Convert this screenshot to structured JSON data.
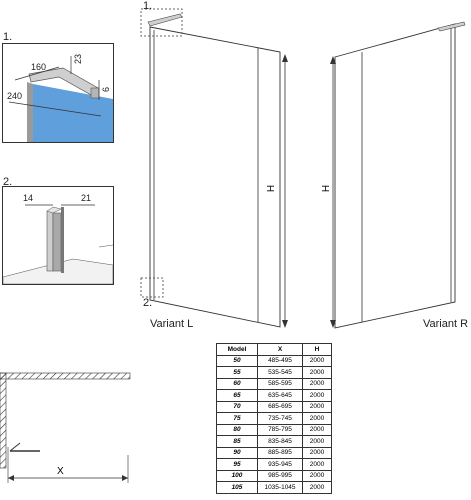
{
  "details": {
    "d1": {
      "number": "1.",
      "dims": {
        "depth": "160",
        "height": "23",
        "length": "240",
        "gap": "6"
      }
    },
    "d2": {
      "number": "2.",
      "dims": {
        "left": "14",
        "right": "21"
      }
    }
  },
  "drawing": {
    "left": {
      "label": "Variant L",
      "h_label": "H",
      "marker_top": "1.",
      "marker_bottom": "2."
    },
    "right": {
      "label": "Variant R",
      "h_label": "H"
    }
  },
  "plan": {
    "x_label": "X"
  },
  "table": {
    "headers": [
      "Model",
      "X",
      "H"
    ],
    "rows": [
      [
        "50",
        "485-495",
        "2000"
      ],
      [
        "55",
        "535-545",
        "2000"
      ],
      [
        "60",
        "585-595",
        "2000"
      ],
      [
        "65",
        "635-645",
        "2000"
      ],
      [
        "70",
        "685-695",
        "2000"
      ],
      [
        "75",
        "735-745",
        "2000"
      ],
      [
        "80",
        "785-795",
        "2000"
      ],
      [
        "85",
        "835-845",
        "2000"
      ],
      [
        "90",
        "885-895",
        "2000"
      ],
      [
        "95",
        "935-945",
        "2000"
      ],
      [
        "100",
        "985-995",
        "2000"
      ],
      [
        "105",
        "1035-1045",
        "2000"
      ]
    ]
  }
}
